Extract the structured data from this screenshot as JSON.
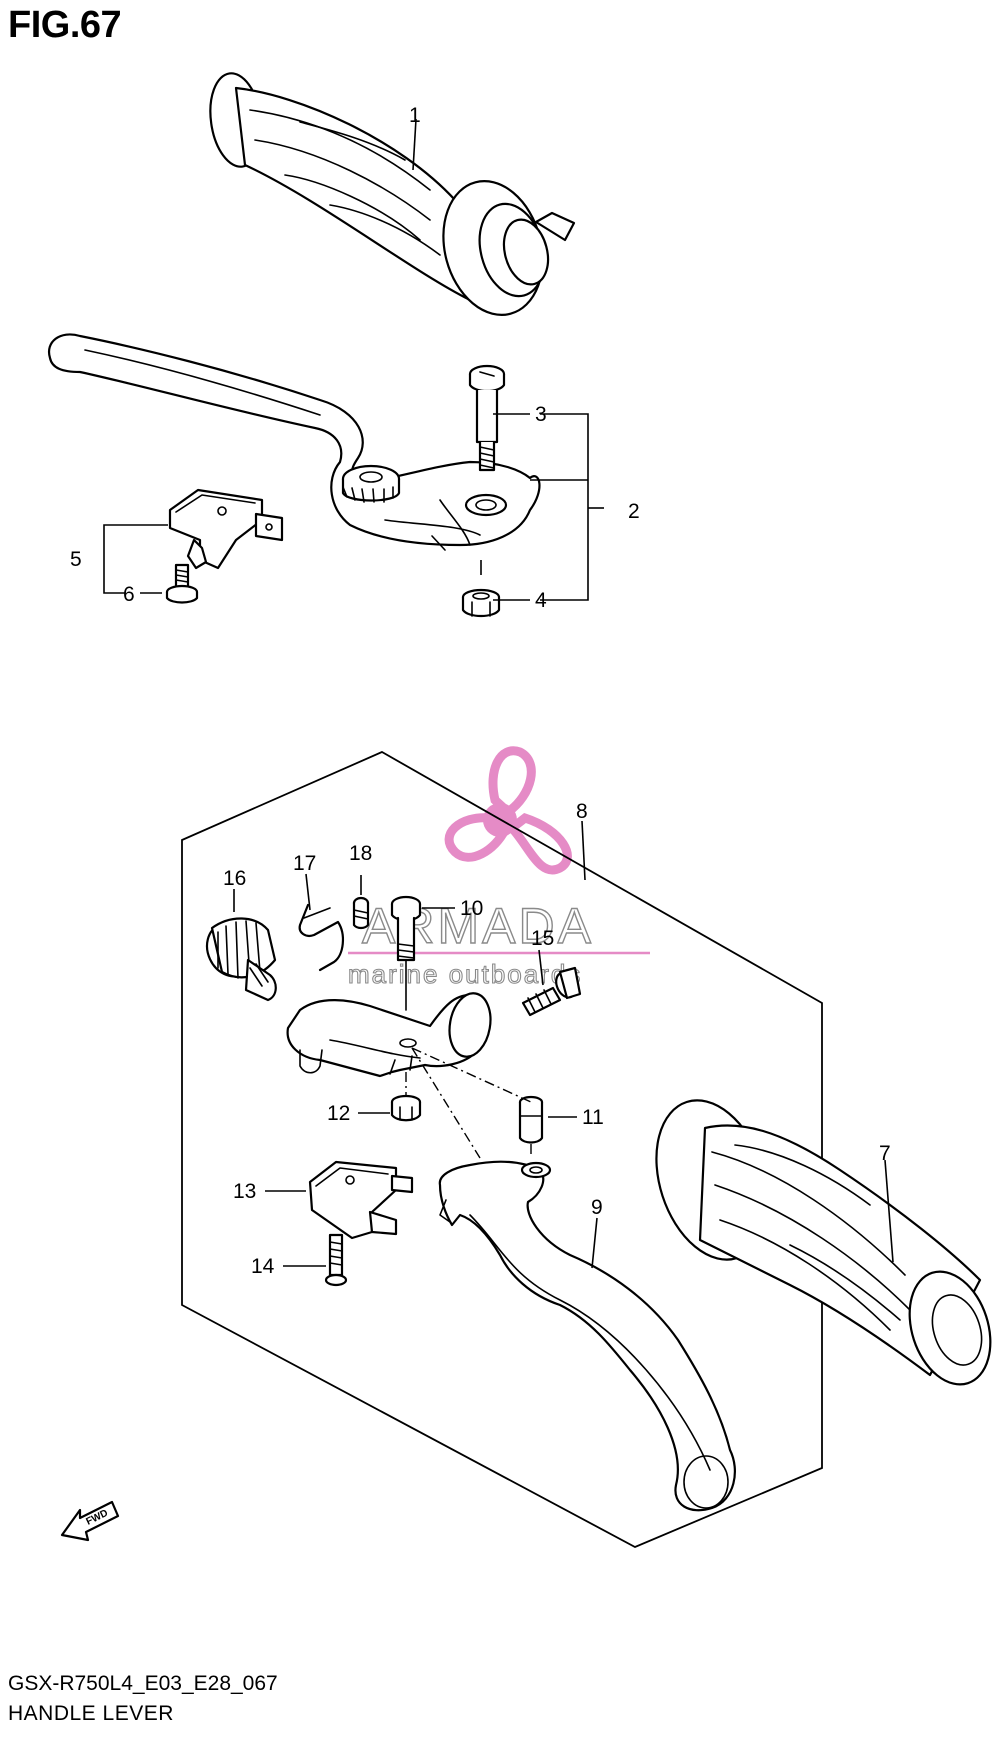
{
  "figure": {
    "title": "FIG.67",
    "code": "GSX-R750L4_E03_E28_067",
    "name": "HANDLE LEVER"
  },
  "watermark": {
    "name": "ARMADA",
    "tagline": "marine outboards",
    "logo_color": "#e58bc6",
    "line_color": "#e58bc6"
  },
  "fwd_label": "FWD",
  "callouts": [
    "1",
    "2",
    "3",
    "4",
    "5",
    "6",
    "7",
    "8",
    "9",
    "10",
    "11",
    "12",
    "13",
    "14",
    "15",
    "16",
    "17",
    "18"
  ]
}
